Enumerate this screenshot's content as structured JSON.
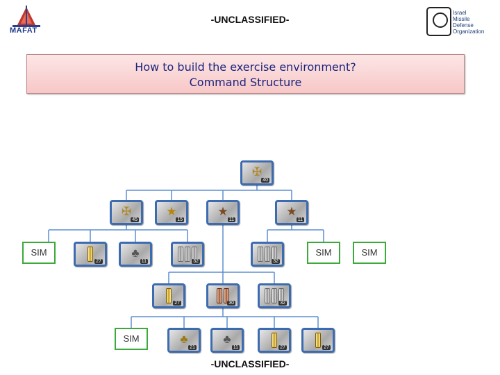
{
  "header": {
    "classification_top": "-UNCLASSIFIED-",
    "classification_bottom": "-UNCLASSIFIED-",
    "logo_left_text": "MAFAT",
    "logo_right_lines": [
      "Israel",
      "Missile",
      "Defense",
      "Organization"
    ]
  },
  "title": {
    "line1": "How to build the exercise environment?",
    "line2": "Command Structure",
    "color": "#1a237e",
    "background": "#f7c7c7"
  },
  "colors": {
    "node_border": "#3d6bb0",
    "sim_border": "#3aaa3a",
    "connector": "#5b8fd0"
  },
  "nodes": {
    "top": {
      "number": "40",
      "icon": "crossed-swords-emblem"
    },
    "level2": [
      {
        "number": "45",
        "icon": "crossed-swords-emblem"
      },
      {
        "number": "15",
        "icon": "gold-star"
      },
      {
        "number": "11",
        "icon": "star"
      },
      {
        "number": "11",
        "icon": "star"
      }
    ],
    "level3": [
      {
        "number": "27",
        "icon": "gold-bar"
      },
      {
        "number": "11",
        "icon": "leaf-emblem"
      },
      {
        "number": "32",
        "icon": "silver-bars"
      },
      {
        "number": "32",
        "icon": "silver-bars"
      }
    ],
    "level4": [
      {
        "number": "27",
        "icon": "gold-bar"
      },
      {
        "number": "30",
        "icon": "copper-bars"
      },
      {
        "number": "32",
        "icon": "silver-bars"
      }
    ],
    "level5": [
      {
        "number": "21",
        "icon": "leaf-emblem"
      },
      {
        "number": "11",
        "icon": "leaf-emblem"
      },
      {
        "number": "27",
        "icon": "gold-bar"
      },
      {
        "number": "27",
        "icon": "gold-bar"
      }
    ]
  },
  "sims": {
    "left": "SIM",
    "right1": "SIM",
    "right2": "SIM",
    "bottom": "SIM"
  }
}
